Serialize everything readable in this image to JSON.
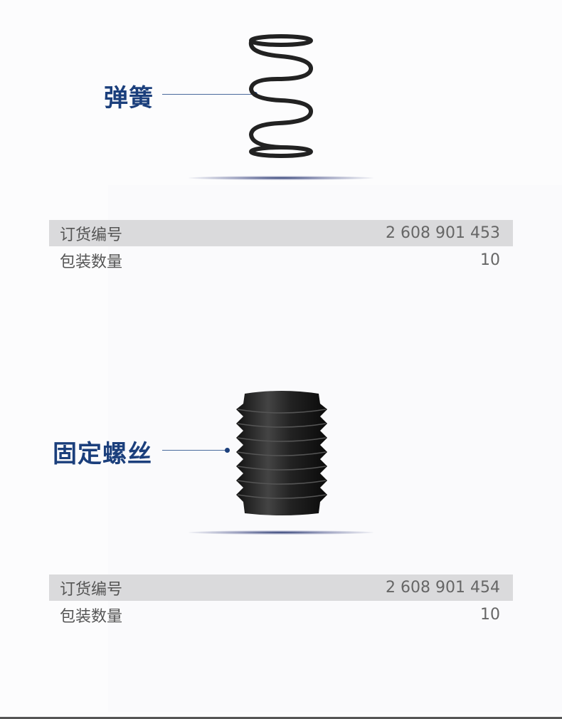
{
  "products": [
    {
      "name": "弹簧",
      "icon": "spring-icon",
      "specs": [
        {
          "label": "订货编号",
          "value": "2 608 901 453"
        },
        {
          "label": "包装数量",
          "value": "10"
        }
      ]
    },
    {
      "name": "固定螺丝",
      "icon": "set-screw-icon",
      "specs": [
        {
          "label": "订货编号",
          "value": "2 608 901 454"
        },
        {
          "label": "包装数量",
          "value": "10"
        }
      ]
    }
  ],
  "colors": {
    "accent": "#1b3f7c",
    "row_shade": "#dadadc"
  }
}
